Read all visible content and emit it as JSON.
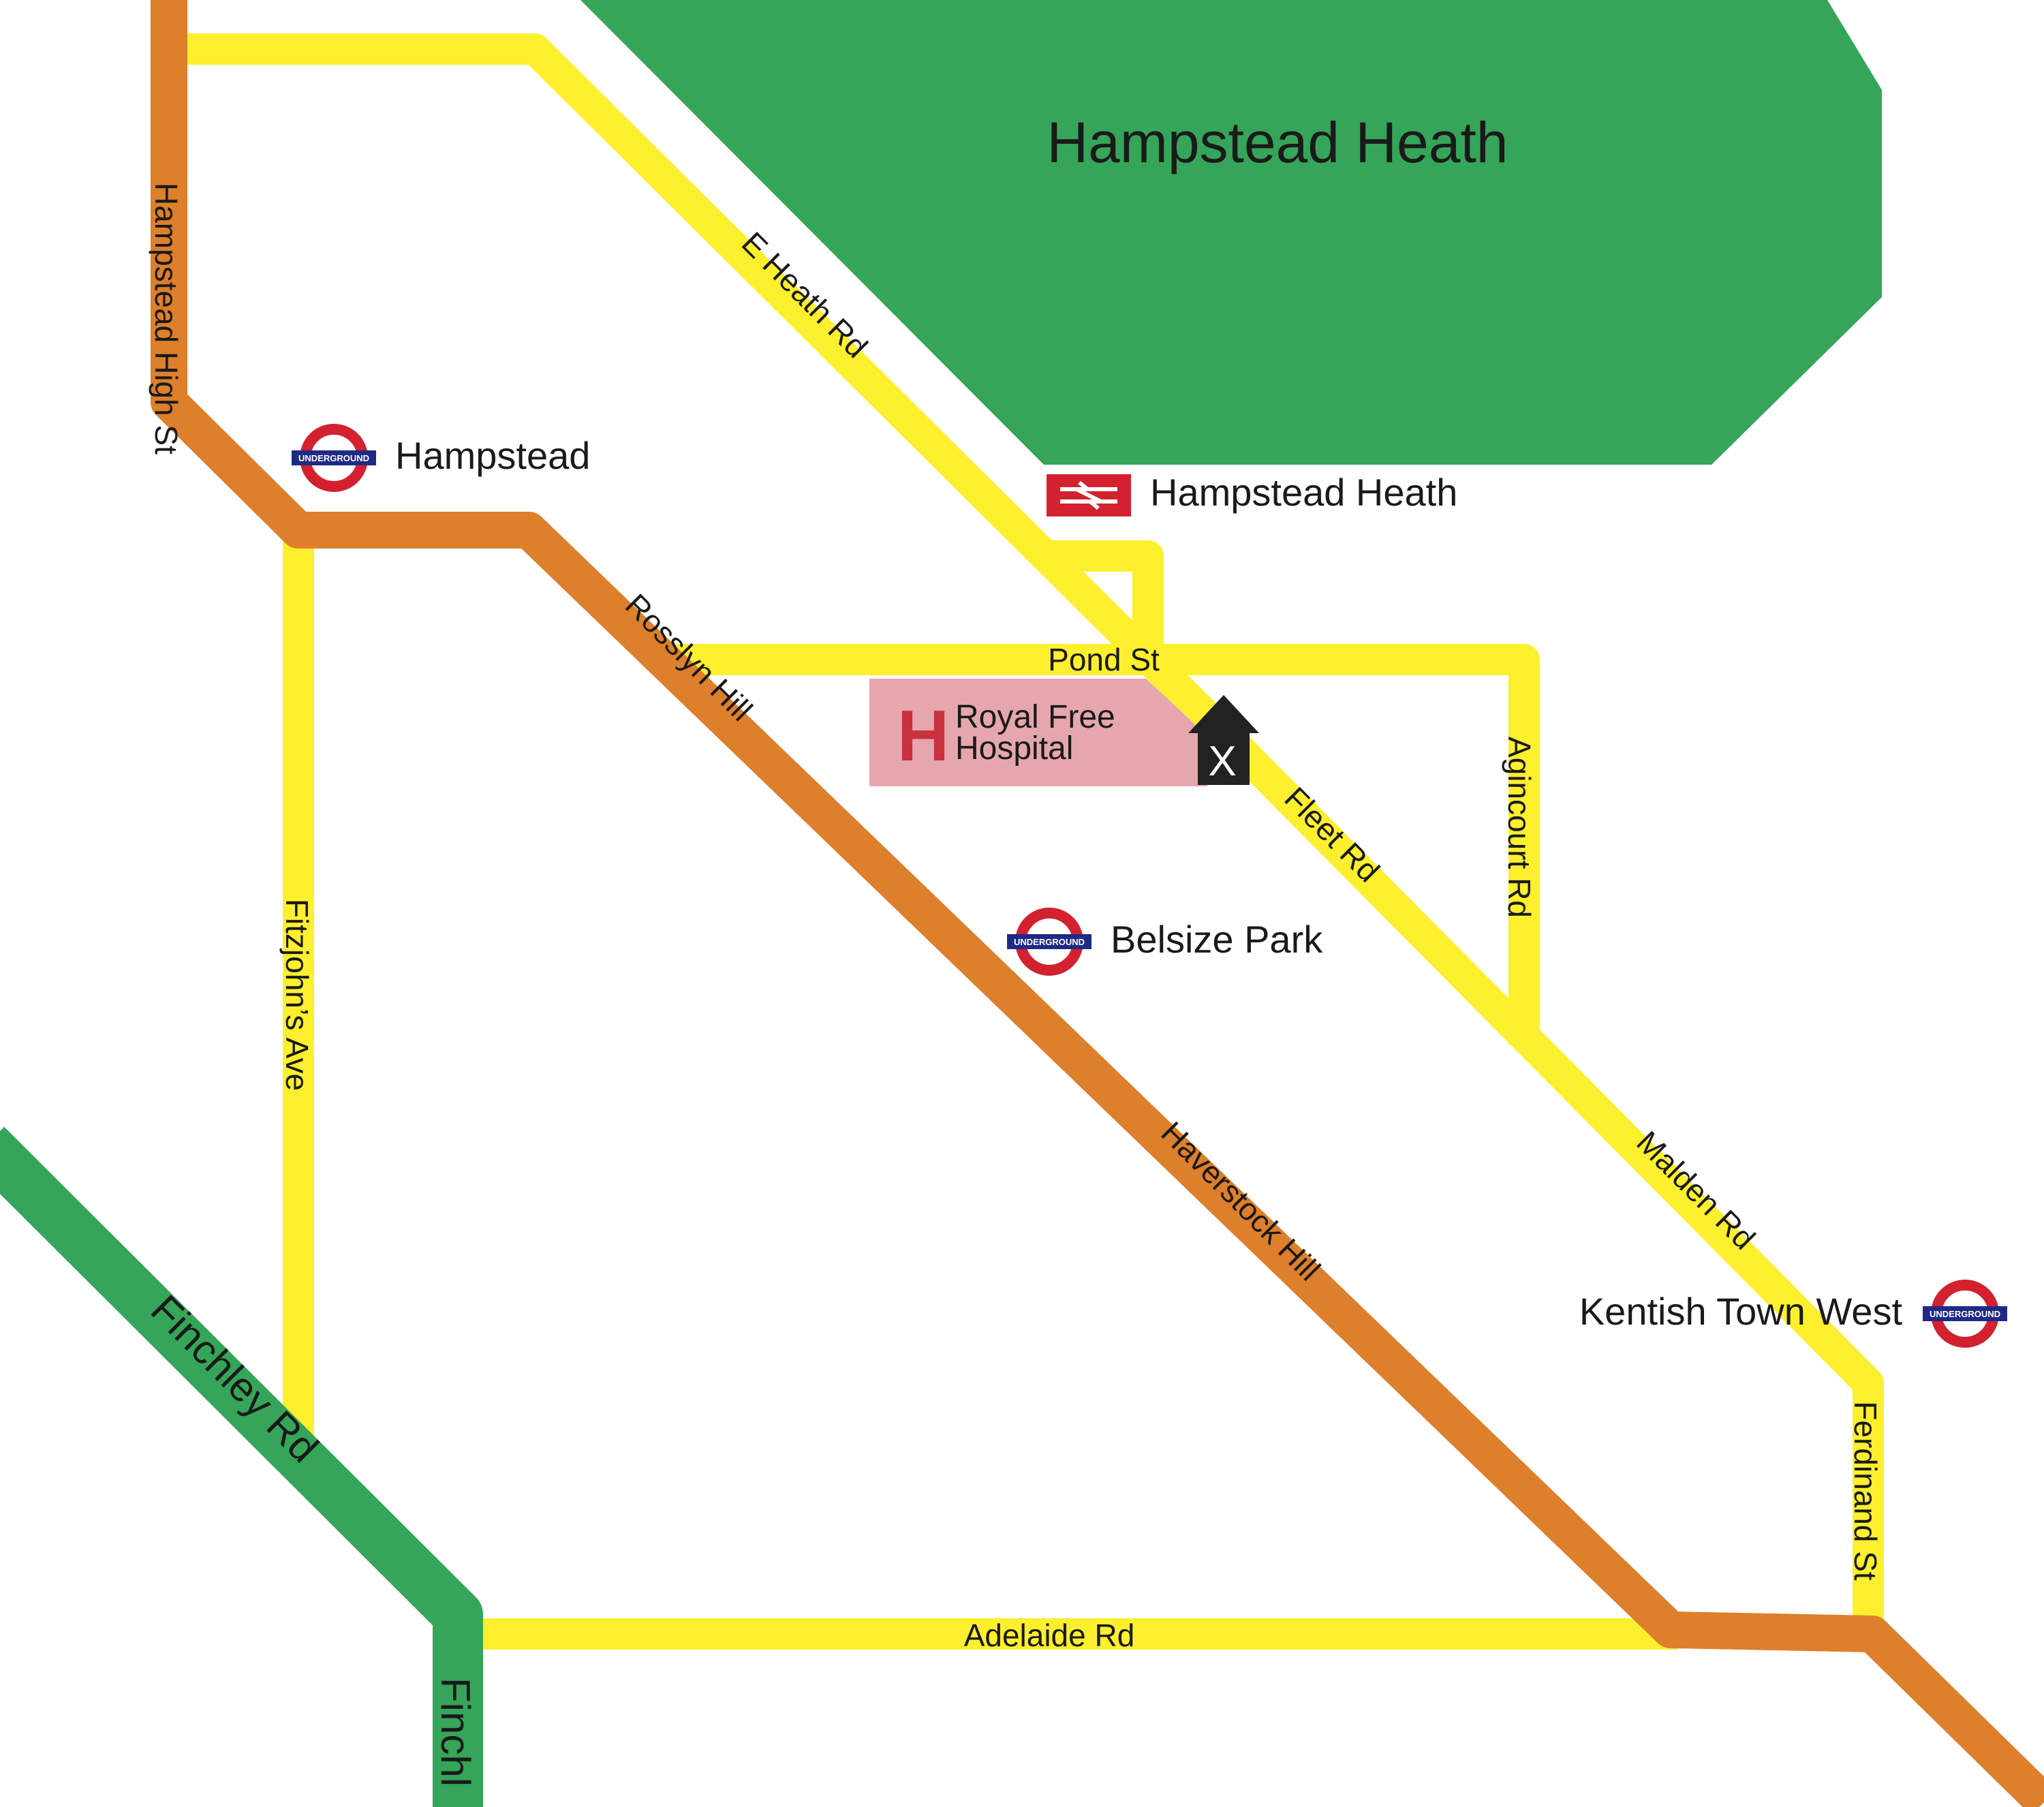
{
  "colors": {
    "background": "#ffffff",
    "park": "#35a559",
    "minor_road": "#fcef2d",
    "a_road": "#de7f2b",
    "trunk_road": "#35a559",
    "hospital_area": "#e6a6ad",
    "hospital_icon": "#c8323e",
    "underground_ring": "#d3212f",
    "underground_bar": "#1f2a86",
    "rail_badge": "#d3212f",
    "marker": "#222222"
  },
  "park": {
    "name": "Hampstead Heath"
  },
  "streets": {
    "hampstead_high_st": "Hampstead High St",
    "e_heath_rd": "E Heath Rd",
    "rosslyn_hill": "Rosslyn Hill",
    "pond_st": "Pond St",
    "agincourt_rd": "Agincourt Rd",
    "fleet_rd": "Fleet Rd",
    "fitzjohns_ave": "Fitzjohn’s Ave",
    "haverstock_hill": "Haverstock Hill",
    "malden_rd": "Malden Rd",
    "ferdinand_st": "Ferdinand St",
    "finchley_rd": "Finchley Rd",
    "finchley_rd_bottom": "Finchl",
    "adelaide_rd": "Adelaide Rd"
  },
  "stations": {
    "hampstead": {
      "name": "Hampstead",
      "type": "underground-roundel-icon"
    },
    "hampstead_heath": {
      "name": "Hampstead Heath",
      "type": "national-rail-icon"
    },
    "belsize_park": {
      "name": "Belsize Park",
      "type": "underground-roundel-icon"
    },
    "kentish_town_west": {
      "name": "Kentish Town West",
      "type": "underground-roundel-icon"
    },
    "roundel_text": "UNDERGROUND"
  },
  "hospital": {
    "letter": "H",
    "name_line1": "Royal Free",
    "name_line2": "Hospital"
  },
  "marker": {
    "letter": "X",
    "icon": "entrance-marker-icon"
  }
}
